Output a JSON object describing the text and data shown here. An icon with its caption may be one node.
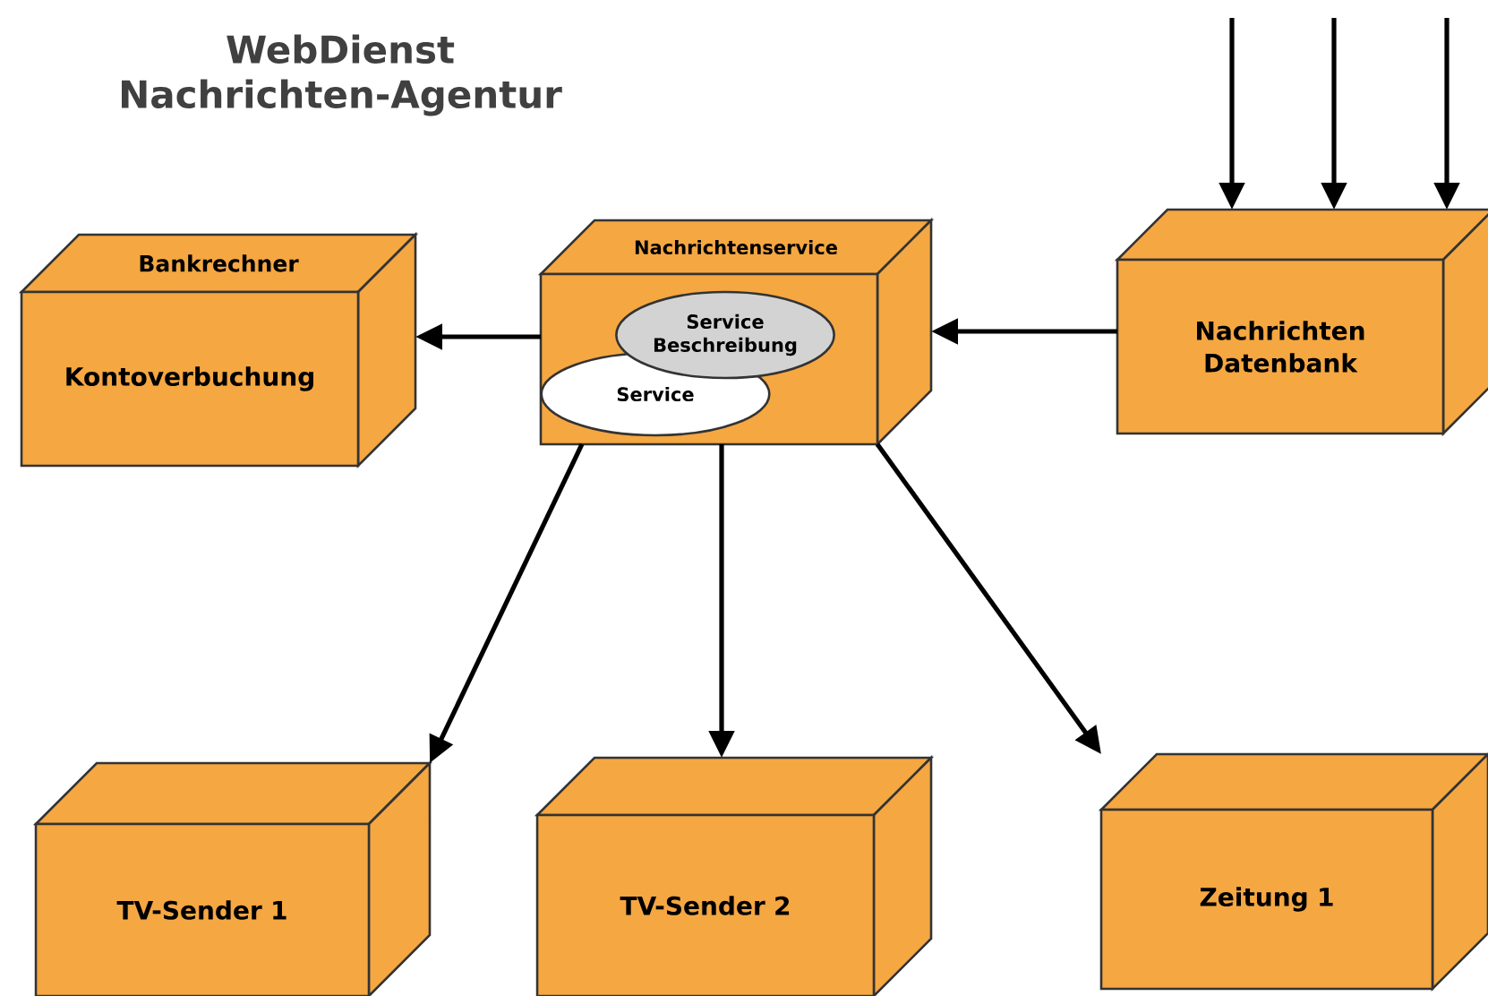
{
  "diagram": {
    "title": "WebDienst Nachrichten-Agentur",
    "nodes": [
      {
        "text": [
          "Bankrechner",
          "Kontoverbuchung"
        ]
      },
      {
        "text": [
          "Nachrichtenservice"
        ]
      },
      {
        "text": [
          "Service Beschreibung"
        ],
        "in": 1
      },
      {
        "text": [
          "Service"
        ],
        "in": 1
      },
      {
        "text": [
          "Nachrichten Datenbank"
        ]
      },
      {
        "text": [
          "TV-Sender 1"
        ]
      },
      {
        "text": [
          "TV-Sender 2"
        ]
      },
      {
        "text": [
          "Zeitung 1"
        ]
      }
    ],
    "edges": [
      {
        "from": 1,
        "to": 0,
        "arrow": "to"
      },
      {
        "from": 4,
        "to": 1,
        "arrow": "to"
      },
      {
        "from": 1,
        "to": 5,
        "arrow": "to"
      },
      {
        "from": 1,
        "to": 6,
        "arrow": "to"
      },
      {
        "from": 1,
        "to": 7,
        "arrow": "to"
      },
      {
        "from": null,
        "to": 4,
        "arrow": "to"
      },
      {
        "from": null,
        "to": 4,
        "arrow": "to"
      },
      {
        "from": null,
        "to": 4,
        "arrow": "to"
      }
    ]
  }
}
